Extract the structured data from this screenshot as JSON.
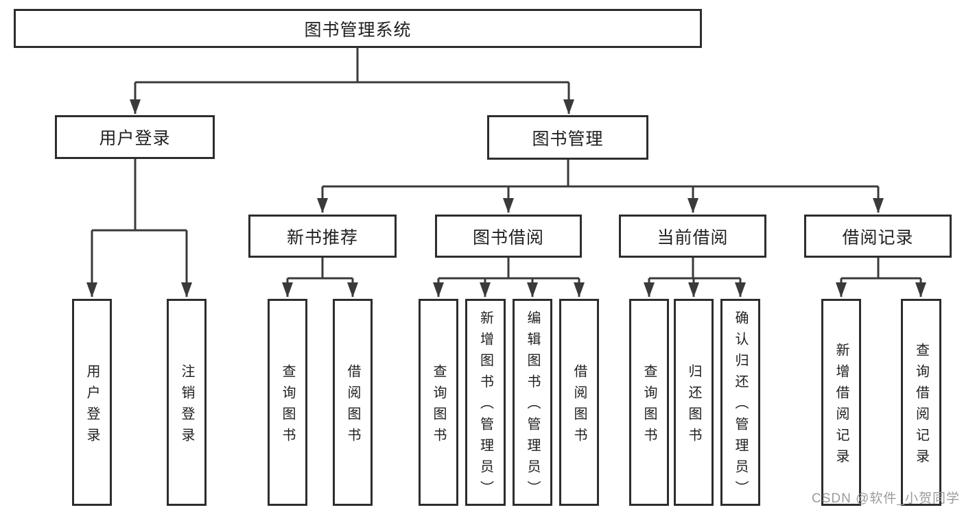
{
  "diagram": {
    "type": "hierarchy",
    "root": {
      "label": "图书管理系统"
    },
    "level2": [
      {
        "label": "用户登录"
      },
      {
        "label": "图书管理"
      }
    ],
    "level3": [
      {
        "label": "新书推荐",
        "parent": "图书管理"
      },
      {
        "label": "图书借阅",
        "parent": "图书管理"
      },
      {
        "label": "当前借阅",
        "parent": "图书管理"
      },
      {
        "label": "借阅记录",
        "parent": "图书管理"
      }
    ],
    "leaves": [
      {
        "label": "用户登录",
        "parent": "用户登录"
      },
      {
        "label": "注销登录",
        "parent": "用户登录"
      },
      {
        "label": "查询图书",
        "parent": "新书推荐"
      },
      {
        "label": "借阅图书",
        "parent": "新书推荐"
      },
      {
        "label": "查询图书",
        "parent": "图书借阅"
      },
      {
        "label": "新增图书（管理员）",
        "parent": "图书借阅"
      },
      {
        "label": "编辑图书（管理员）",
        "parent": "图书借阅"
      },
      {
        "label": "借阅图书",
        "parent": "图书借阅"
      },
      {
        "label": "查询图书",
        "parent": "当前借阅"
      },
      {
        "label": "归还图书",
        "parent": "当前借阅"
      },
      {
        "label": "确认归还（管理员）",
        "parent": "当前借阅"
      },
      {
        "label": "新增借阅记录",
        "parent": "借阅记录"
      },
      {
        "label": "查询借阅记录",
        "parent": "借阅记录"
      }
    ]
  },
  "watermark": "CSDN @软件_小贺同学",
  "colors": {
    "line": "#3a3a3a",
    "box_border": "#2d2d2d",
    "text": "#1f1f1f",
    "watermark": "#9b9b9b",
    "background": "#ffffff"
  }
}
